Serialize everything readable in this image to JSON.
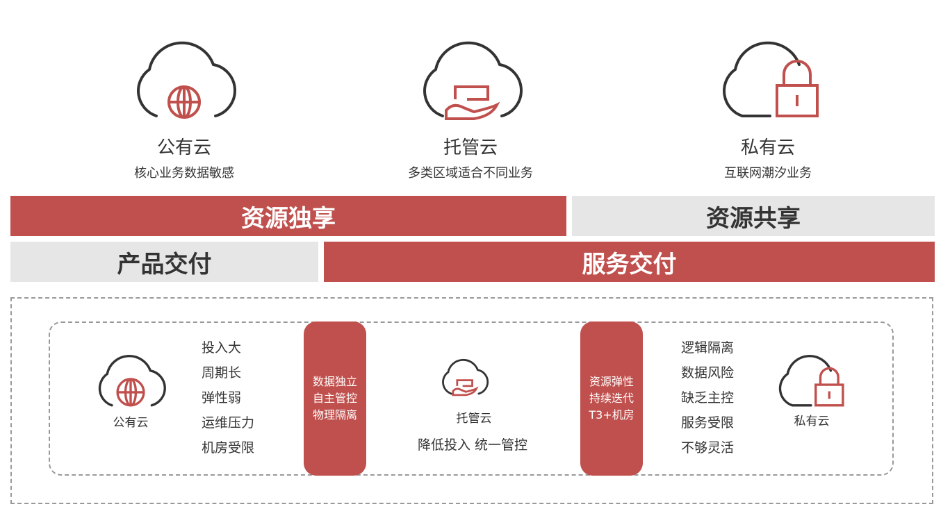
{
  "colors": {
    "accent": "#c0504d",
    "grey": "#e6e6e6",
    "text": "#333333"
  },
  "top": [
    {
      "icon": "globe-icon",
      "title": "公有云",
      "subtitle": "核心业务数据敏感"
    },
    {
      "icon": "hand-card-icon",
      "title": "托管云",
      "subtitle": "多类区域适合不同业务"
    },
    {
      "icon": "lock-icon",
      "title": "私有云",
      "subtitle": "互联网潮汐业务"
    }
  ],
  "bars": {
    "exclusive": "资源独享",
    "shared": "资源共享",
    "product": "产品交付",
    "service": "服务交付"
  },
  "compare": {
    "public": {
      "label": "公有云",
      "points": [
        "投入大",
        "周期长",
        "弹性弱",
        "运维压力",
        "机房受限"
      ]
    },
    "pill_left": [
      "数据独立",
      "自主管控",
      "物理隔离"
    ],
    "hosted": {
      "label": "托管云",
      "tagline": "降低投入 统一管控"
    },
    "pill_right": [
      "资源弹性",
      "持续迭代",
      "T3+机房"
    ],
    "private": {
      "label": "私有云",
      "points": [
        "逻辑隔离",
        "数据风险",
        "缺乏主控",
        "服务受限",
        "不够灵活"
      ]
    }
  }
}
